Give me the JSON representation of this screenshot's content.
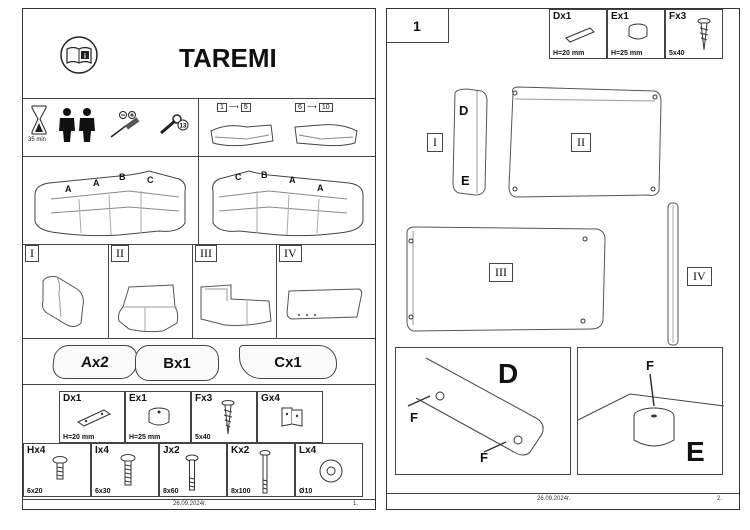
{
  "page1": {
    "title": "TAREMI",
    "time_label": "35 min",
    "step_ranges": [
      {
        "from": "1",
        "to": "5"
      },
      {
        "from": "6",
        "to": "10"
      }
    ],
    "cushions_top": [
      "A",
      "A",
      "B",
      "C"
    ],
    "cushions_bottom": [
      "C",
      "B",
      "A",
      "A"
    ],
    "panels": [
      "I",
      "II",
      "III",
      "IV"
    ],
    "parts": [
      "Ax2",
      "Bx1",
      "Cx1"
    ],
    "hardware_row1": [
      {
        "name": "Dx1",
        "size": "H=20 mm"
      },
      {
        "name": "Ex1",
        "size": "H=25 mm"
      },
      {
        "name": "Fx3",
        "size": "5x40"
      },
      {
        "name": "Gx4",
        "size": ""
      }
    ],
    "hardware_row2": [
      {
        "name": "Hx4",
        "size": "6x20"
      },
      {
        "name": "Ix4",
        "size": "6x30"
      },
      {
        "name": "Jx2",
        "size": "8x60"
      },
      {
        "name": "Kx2",
        "size": "8x100"
      },
      {
        "name": "Lx4",
        "size": "Ø10"
      }
    ],
    "tool_badge": "13",
    "date": "26.09.2024г.",
    "page_number": "1."
  },
  "page2": {
    "step_number": "1",
    "hardware": [
      {
        "name": "Dx1",
        "size": "H=20 mm"
      },
      {
        "name": "Ex1",
        "size": "H=25 mm"
      },
      {
        "name": "Fx3",
        "size": "5x40"
      }
    ],
    "part_labels": [
      "I",
      "II",
      "III",
      "IV"
    ],
    "leg_labels": {
      "d": "D",
      "e": "E"
    },
    "detail_d": {
      "title": "D",
      "screw": "F"
    },
    "detail_e": {
      "title": "E",
      "screw": "F"
    },
    "date": "26.09.2024г.",
    "page_number": "2."
  }
}
